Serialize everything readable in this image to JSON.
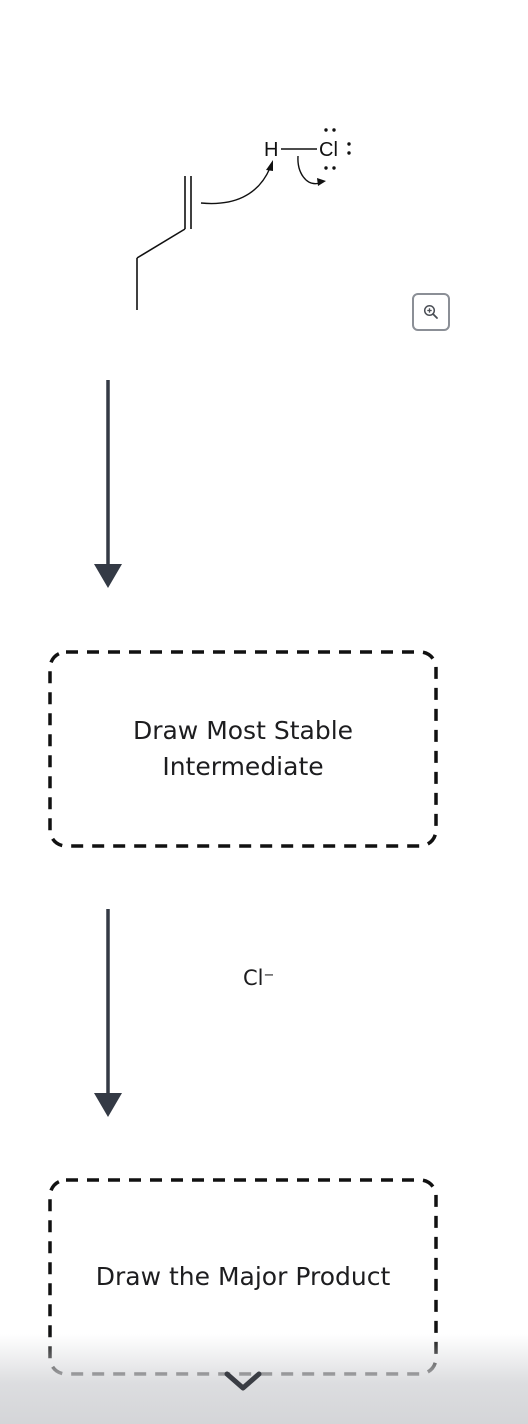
{
  "molecule": {
    "h_label": "H",
    "cl_label": "Cl"
  },
  "zoom_button": {
    "icon": "zoom-in-icon"
  },
  "step1": {
    "box_label": "Draw Most Stable Intermediate"
  },
  "step2": {
    "reagent": "Cl",
    "reagent_charge": "−",
    "box_label": "Draw the Major Product"
  },
  "scroll": {
    "icon": "chevron-down-icon"
  },
  "colors": {
    "arrow": "#343a45",
    "text": "#1d1d1f",
    "dashed_border": "#111111"
  }
}
